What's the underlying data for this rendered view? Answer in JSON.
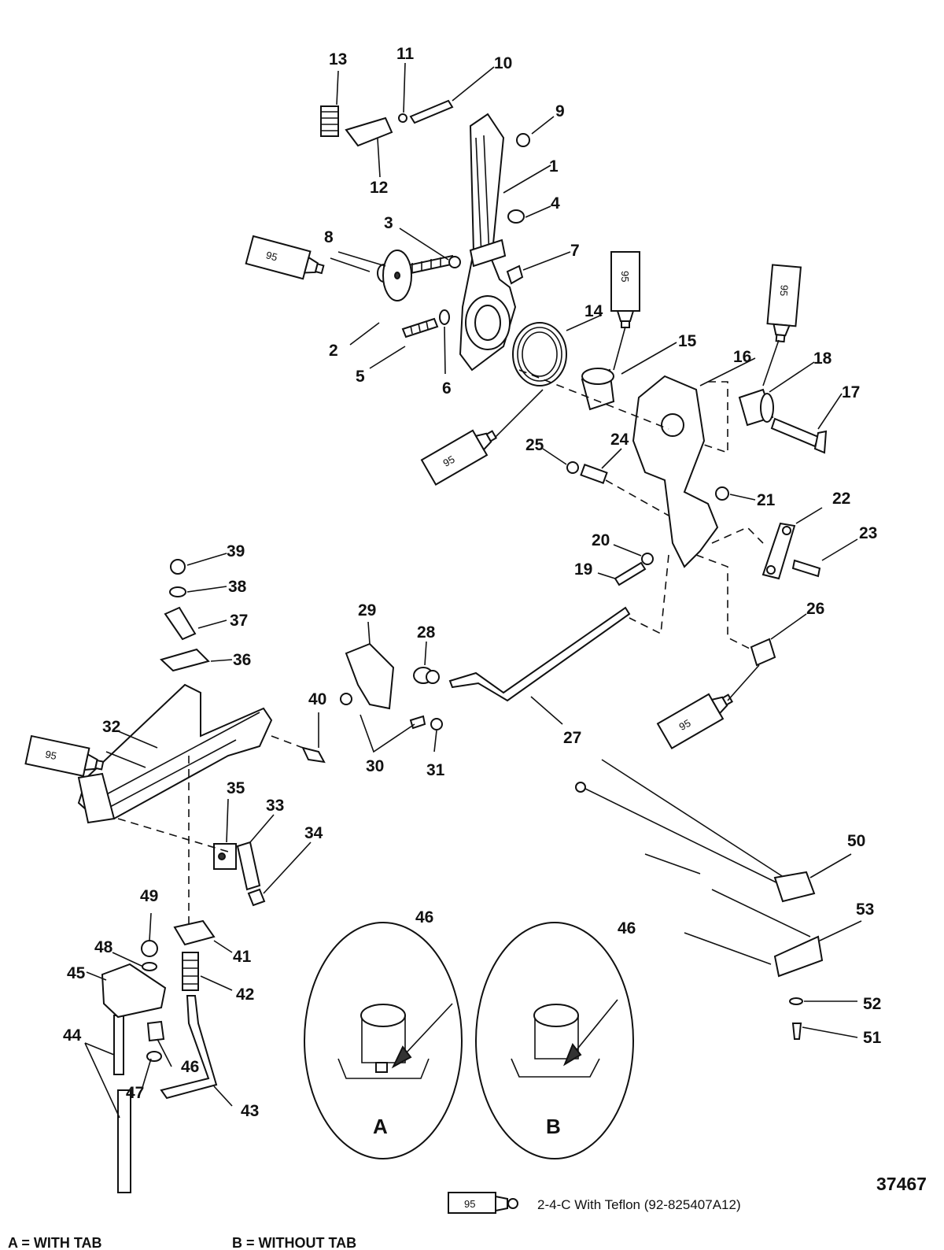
{
  "callouts": [
    {
      "n": "1"
    },
    {
      "n": "2"
    },
    {
      "n": "3"
    },
    {
      "n": "4"
    },
    {
      "n": "5"
    },
    {
      "n": "6"
    },
    {
      "n": "7"
    },
    {
      "n": "8"
    },
    {
      "n": "9"
    },
    {
      "n": "10"
    },
    {
      "n": "11"
    },
    {
      "n": "12"
    },
    {
      "n": "13"
    },
    {
      "n": "14"
    },
    {
      "n": "15"
    },
    {
      "n": "16"
    },
    {
      "n": "17"
    },
    {
      "n": "18"
    },
    {
      "n": "19"
    },
    {
      "n": "20"
    },
    {
      "n": "21"
    },
    {
      "n": "22"
    },
    {
      "n": "23"
    },
    {
      "n": "24"
    },
    {
      "n": "25"
    },
    {
      "n": "26"
    },
    {
      "n": "27"
    },
    {
      "n": "28"
    },
    {
      "n": "29"
    },
    {
      "n": "30"
    },
    {
      "n": "31"
    },
    {
      "n": "32"
    },
    {
      "n": "33"
    },
    {
      "n": "34"
    },
    {
      "n": "35"
    },
    {
      "n": "36"
    },
    {
      "n": "37"
    },
    {
      "n": "38"
    },
    {
      "n": "39"
    },
    {
      "n": "40"
    },
    {
      "n": "41"
    },
    {
      "n": "42"
    },
    {
      "n": "43"
    },
    {
      "n": "44"
    },
    {
      "n": "45"
    },
    {
      "n": "46"
    },
    {
      "n": "46"
    },
    {
      "n": "46"
    },
    {
      "n": "47"
    },
    {
      "n": "48"
    },
    {
      "n": "49"
    },
    {
      "n": "50"
    },
    {
      "n": "51"
    },
    {
      "n": "52"
    },
    {
      "n": "53"
    }
  ],
  "lubricant_tube_label": "95",
  "detail_a_letter": "A",
  "detail_b_letter": "B",
  "legend": {
    "tube_label": "95",
    "text": "2-4-C  With Teflon (92-825407A12)"
  },
  "drawing_number": "37467",
  "footnotes": {
    "a": "A = WITH TAB",
    "b": "B = WITHOUT TAB"
  }
}
